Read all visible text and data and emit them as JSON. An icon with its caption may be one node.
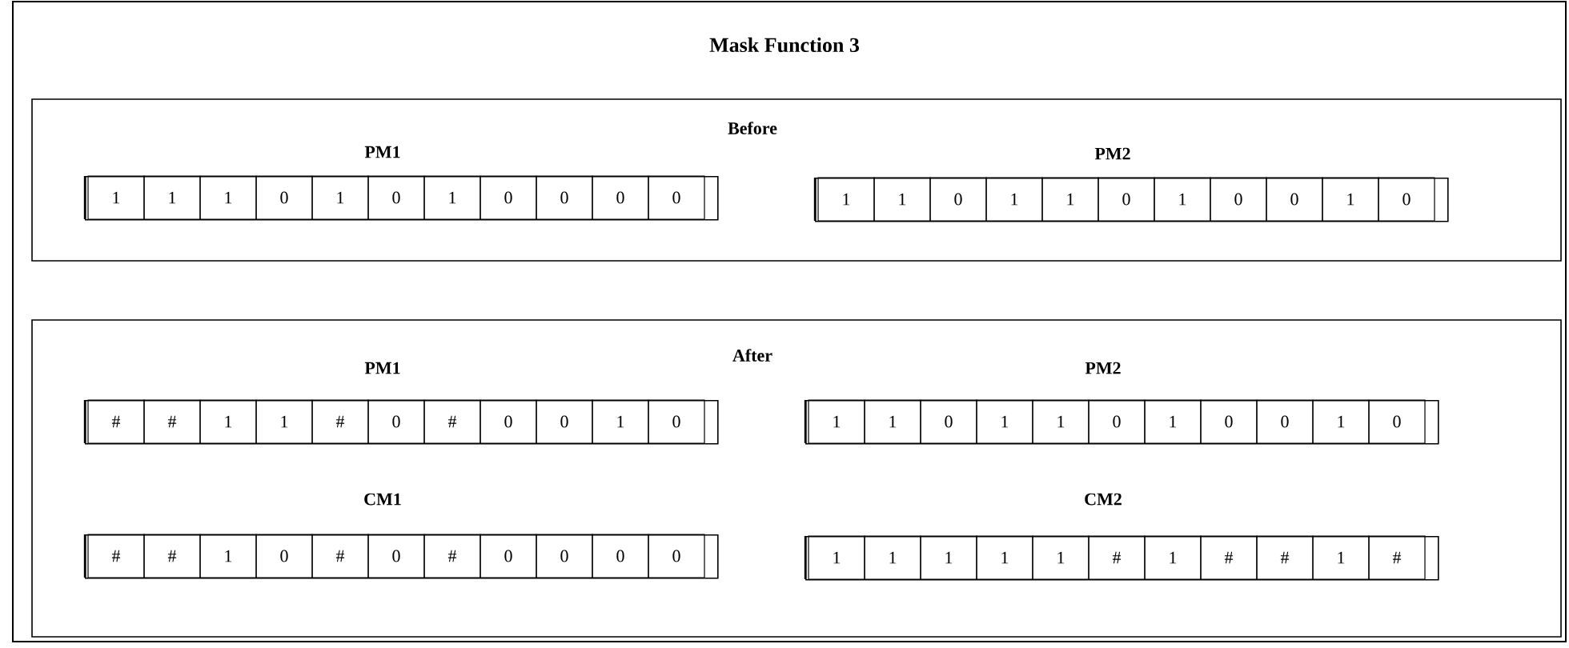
{
  "diagram": {
    "title": "Mask Function 3",
    "nodes": [
      {
        "text": [
          "Before"
        ]
      },
      {
        "text": [
          "PM1"
        ],
        "in": 0
      },
      {
        "text": [
          "1"
        ],
        "in": 1
      },
      {
        "text": [
          "1"
        ],
        "in": 1
      },
      {
        "text": [
          "1"
        ],
        "in": 1
      },
      {
        "text": [
          "0"
        ],
        "in": 1
      },
      {
        "text": [
          "1"
        ],
        "in": 1
      },
      {
        "text": [
          "0"
        ],
        "in": 1
      },
      {
        "text": [
          "1"
        ],
        "in": 1
      },
      {
        "text": [
          "0"
        ],
        "in": 1
      },
      {
        "text": [
          "0"
        ],
        "in": 1
      },
      {
        "text": [
          "0"
        ],
        "in": 1
      },
      {
        "text": [
          "0"
        ],
        "in": 1
      },
      {
        "text": [
          "PM2"
        ],
        "in": 0
      },
      {
        "text": [
          "1"
        ],
        "in": 13
      },
      {
        "text": [
          "1"
        ],
        "in": 13
      },
      {
        "text": [
          "0"
        ],
        "in": 13
      },
      {
        "text": [
          "1"
        ],
        "in": 13
      },
      {
        "text": [
          "1"
        ],
        "in": 13
      },
      {
        "text": [
          "0"
        ],
        "in": 13
      },
      {
        "text": [
          "1"
        ],
        "in": 13
      },
      {
        "text": [
          "0"
        ],
        "in": 13
      },
      {
        "text": [
          "0"
        ],
        "in": 13
      },
      {
        "text": [
          "1"
        ],
        "in": 13
      },
      {
        "text": [
          "0"
        ],
        "in": 13
      },
      {
        "text": [
          "After"
        ]
      },
      {
        "text": [
          "PM1"
        ],
        "in": 25
      },
      {
        "text": [
          "#"
        ],
        "in": 26
      },
      {
        "text": [
          "#"
        ],
        "in": 26
      },
      {
        "text": [
          "1"
        ],
        "in": 26
      },
      {
        "text": [
          "1"
        ],
        "in": 26
      },
      {
        "text": [
          "#"
        ],
        "in": 26
      },
      {
        "text": [
          "0"
        ],
        "in": 26
      },
      {
        "text": [
          "#"
        ],
        "in": 26
      },
      {
        "text": [
          "0"
        ],
        "in": 26
      },
      {
        "text": [
          "0"
        ],
        "in": 26
      },
      {
        "text": [
          "1"
        ],
        "in": 26
      },
      {
        "text": [
          "0"
        ],
        "in": 26
      },
      {
        "text": [
          "PM2"
        ],
        "in": 25
      },
      {
        "text": [
          "1"
        ],
        "in": 38
      },
      {
        "text": [
          "1"
        ],
        "in": 38
      },
      {
        "text": [
          "0"
        ],
        "in": 38
      },
      {
        "text": [
          "1"
        ],
        "in": 38
      },
      {
        "text": [
          "1"
        ],
        "in": 38
      },
      {
        "text": [
          "0"
        ],
        "in": 38
      },
      {
        "text": [
          "1"
        ],
        "in": 38
      },
      {
        "text": [
          "0"
        ],
        "in": 38
      },
      {
        "text": [
          "0"
        ],
        "in": 38
      },
      {
        "text": [
          "1"
        ],
        "in": 38
      },
      {
        "text": [
          "0"
        ],
        "in": 38
      },
      {
        "text": [
          "CM1"
        ],
        "in": 25
      },
      {
        "text": [
          "#"
        ],
        "in": 50
      },
      {
        "text": [
          "#"
        ],
        "in": 50
      },
      {
        "text": [
          "1"
        ],
        "in": 50
      },
      {
        "text": [
          "0"
        ],
        "in": 50
      },
      {
        "text": [
          "#"
        ],
        "in": 50
      },
      {
        "text": [
          "0"
        ],
        "in": 50
      },
      {
        "text": [
          "#"
        ],
        "in": 50
      },
      {
        "text": [
          "0"
        ],
        "in": 50
      },
      {
        "text": [
          "0"
        ],
        "in": 50
      },
      {
        "text": [
          "0"
        ],
        "in": 50
      },
      {
        "text": [
          "0"
        ],
        "in": 50
      },
      {
        "text": [
          "CM2"
        ],
        "in": 25
      },
      {
        "text": [
          "1"
        ],
        "in": 62
      },
      {
        "text": [
          "1"
        ],
        "in": 62
      },
      {
        "text": [
          "1"
        ],
        "in": 62
      },
      {
        "text": [
          "1"
        ],
        "in": 62
      },
      {
        "text": [
          "1"
        ],
        "in": 62
      },
      {
        "text": [
          "#"
        ],
        "in": 62
      },
      {
        "text": [
          "1"
        ],
        "in": 62
      },
      {
        "text": [
          "#"
        ],
        "in": 62
      },
      {
        "text": [
          "#"
        ],
        "in": 62
      },
      {
        "text": [
          "1"
        ],
        "in": 62
      },
      {
        "text": [
          "#"
        ],
        "in": 62
      }
    ]
  }
}
